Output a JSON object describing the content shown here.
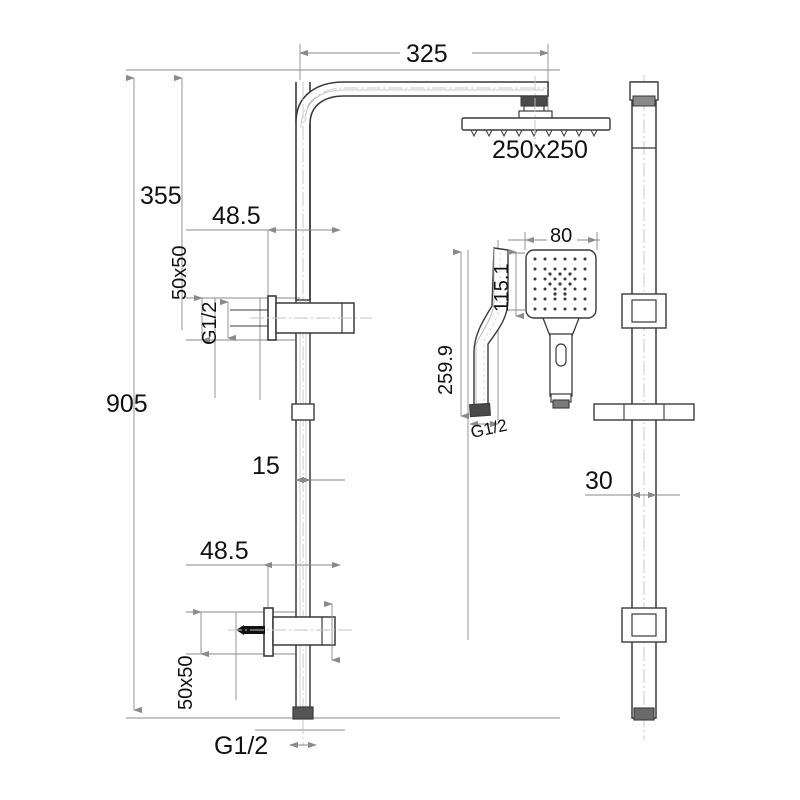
{
  "drawing": {
    "title": "Shower column technical dimension drawing",
    "units": "mm",
    "line_color": "#3a3a3a",
    "dim_line_color": "#8a8a8a",
    "text_color": "#111111"
  },
  "dimensions": {
    "overall_height": "905",
    "arm_height": "355",
    "arm_reach": "325",
    "head_size": "250x250",
    "upper_offset": "48.5",
    "upper_plate": "50x50",
    "upper_thread": "G1/2",
    "riser_diameter": "15",
    "lower_offset": "48.5",
    "lower_plate": "50x50",
    "lower_thread": "G1/2",
    "handset_head_width": "80",
    "handset_head_height": "115.1",
    "handset_length": "259.9",
    "handset_thread": "G1/2",
    "rail_diameter": "30"
  },
  "parts": {
    "overhead_shower": "overhead-rain-shower-head",
    "shower_arm": "curved-shower-arm",
    "riser_pipe": "riser-pipe",
    "upper_inlet": "upper-wall-inlet",
    "lower_inlet": "lower-wall-inlet",
    "handset_side": "handset-side-profile",
    "handset_front": "handset-front-profile",
    "slide_rail": "slide-rail",
    "rail_top_bracket": "rail-top-bracket",
    "rail_holder": "handset-holder-bracket",
    "rail_shelf": "soap-shelf",
    "rail_bottom_bracket": "rail-bottom-bracket"
  }
}
